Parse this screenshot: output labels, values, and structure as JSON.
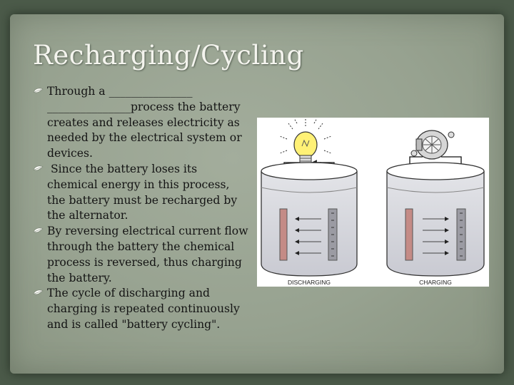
{
  "slide": {
    "title": "Recharging/Cycling",
    "bullets": [
      {
        "text": "Through a _______________ _______________process the battery creates and releases electricity as needed by the electrical system or devices."
      },
      {
        "text": " Since the battery loses its chemical energy in this process, the battery must be recharged by the alternator."
      },
      {
        "text": "By reversing electrical current flow through the battery the chemical process is reversed, thus charging the battery."
      },
      {
        "text": "The cycle of discharging and charging is repeated continuously and is called \"battery cycling\"."
      }
    ],
    "bullet_icon": "leaf-bullet-icon",
    "colors": {
      "title": "#f4f4ee",
      "body_text": "#141414",
      "background": "#97a290",
      "frame": "#4b5a49"
    }
  },
  "figure": {
    "labels": {
      "left": "DISCHARGING",
      "right": "CHARGING"
    },
    "icons": {
      "left": "light-bulb-icon",
      "right": "alternator-icon"
    }
  }
}
